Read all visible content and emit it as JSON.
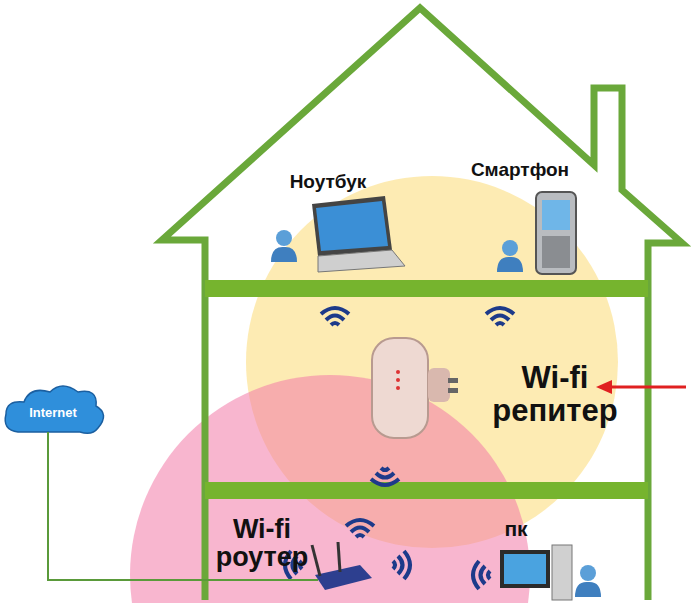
{
  "diagram": {
    "nodes": [
      {
        "text": [
          "Internet"
        ]
      }
    ],
    "labels": [
      "Ноутбук",
      "Смартфон",
      "Wi-fi репитер",
      "Wi-fi роутер",
      "пк"
    ]
  }
}
